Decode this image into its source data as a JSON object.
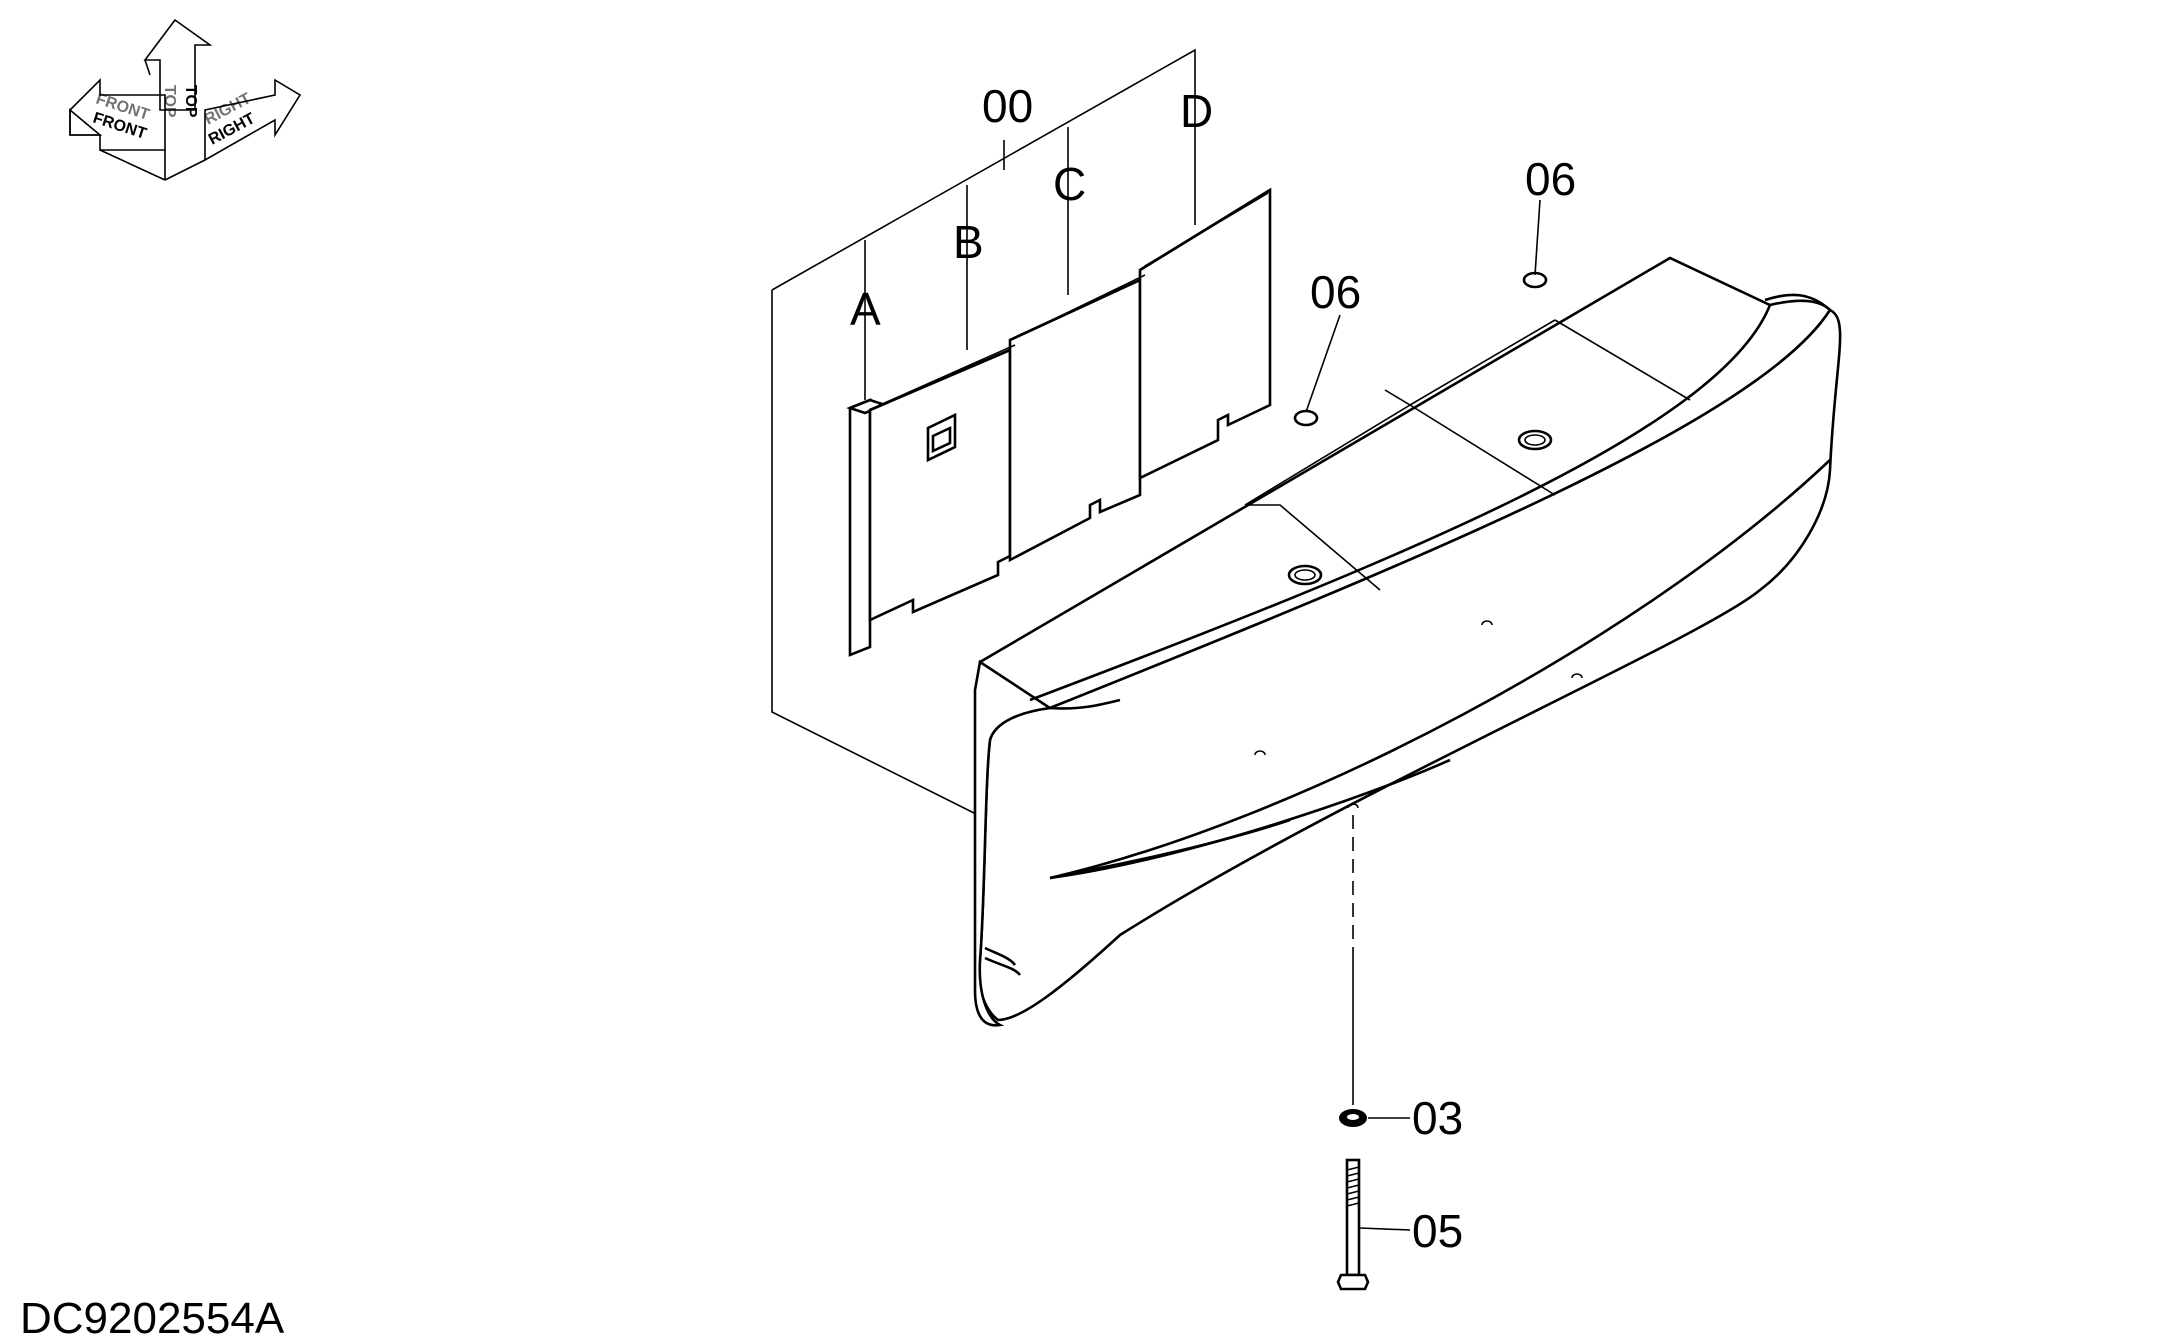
{
  "orientation_icon": {
    "labels": {
      "top": "TOP",
      "front": "FRONT",
      "right": "RIGHT"
    }
  },
  "callouts": {
    "assembly": "00",
    "plate_a": "A",
    "plate_b": "B",
    "plate_c": "C",
    "plate_d": "D",
    "plug_left": "06",
    "plug_right": "06",
    "washer": "03",
    "bolt": "05"
  },
  "drawing_id": "DC9202554A"
}
